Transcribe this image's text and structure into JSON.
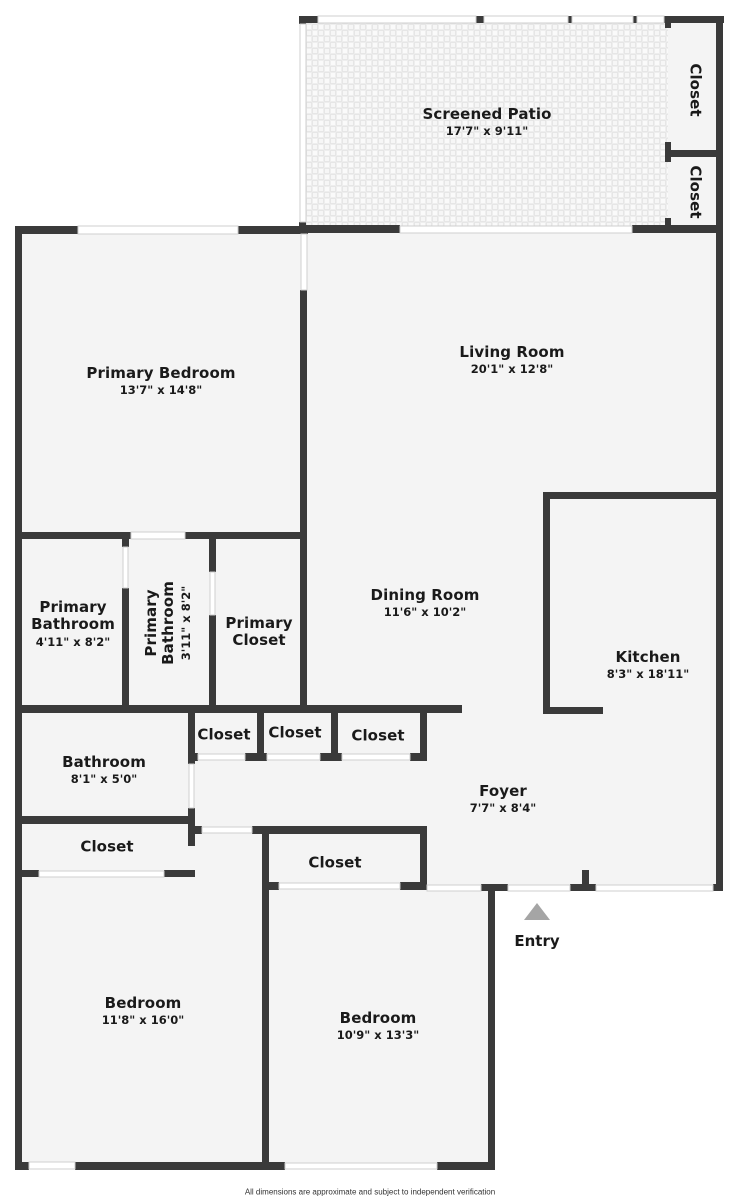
{
  "floorplan": {
    "colors": {
      "wall": "#3a3a3a",
      "floor": "#f4f4f4",
      "patio_tile": "#e6e6e6",
      "opening": "#ffffff",
      "entry_arrow": "#a5a5a5",
      "background": "#ffffff"
    },
    "rooms": [
      {
        "id": "screened-patio",
        "name": "Screened Patio",
        "dim": "17'7\" x 9'11\""
      },
      {
        "id": "patio-closet-1",
        "name": "Closet",
        "dim": ""
      },
      {
        "id": "patio-closet-2",
        "name": "Closet",
        "dim": ""
      },
      {
        "id": "primary-bedroom",
        "name": "Primary Bedroom",
        "dim": "13'7\" x 14'8\""
      },
      {
        "id": "living-room",
        "name": "Living Room",
        "dim": "20'1\" x 12'8\""
      },
      {
        "id": "primary-bathroom-1",
        "name": "Primary Bathroom",
        "name_line1": "Primary",
        "name_line2": "Bathroom",
        "dim": "4'11\" x 8'2\""
      },
      {
        "id": "primary-bathroom-2",
        "name": "Primary Bathroom",
        "name_line1": "Primary",
        "name_line2": "Bathroom",
        "dim": "3'11\" x 8'2\""
      },
      {
        "id": "primary-closet",
        "name": "Primary Closet",
        "name_line1": "Primary",
        "name_line2": "Closet",
        "dim": ""
      },
      {
        "id": "dining-room",
        "name": "Dining Room",
        "dim": "11'6\" x 10'2\""
      },
      {
        "id": "kitchen",
        "name": "Kitchen",
        "dim": "8'3\" x 18'11\""
      },
      {
        "id": "hall-closet-1",
        "name": "Closet",
        "dim": ""
      },
      {
        "id": "hall-closet-2",
        "name": "Closet",
        "dim": ""
      },
      {
        "id": "hall-closet-3",
        "name": "Closet",
        "dim": ""
      },
      {
        "id": "bathroom",
        "name": "Bathroom",
        "dim": "8'1\" x 5'0\""
      },
      {
        "id": "foyer",
        "name": "Foyer",
        "dim": "7'7\" x 8'4\""
      },
      {
        "id": "bedroom-closet-1",
        "name": "Closet",
        "dim": ""
      },
      {
        "id": "bedroom-closet-2",
        "name": "Closet",
        "dim": ""
      },
      {
        "id": "bedroom-1",
        "name": "Bedroom",
        "dim": "11'8\" x 16'0\""
      },
      {
        "id": "bedroom-2",
        "name": "Bedroom",
        "dim": "10'9\" x 13'3\""
      }
    ],
    "entry": {
      "label": "Entry",
      "icon": "triangle-up-arrow-icon"
    },
    "disclaimer": "All dimensions are approximate and subject to independent verification"
  }
}
